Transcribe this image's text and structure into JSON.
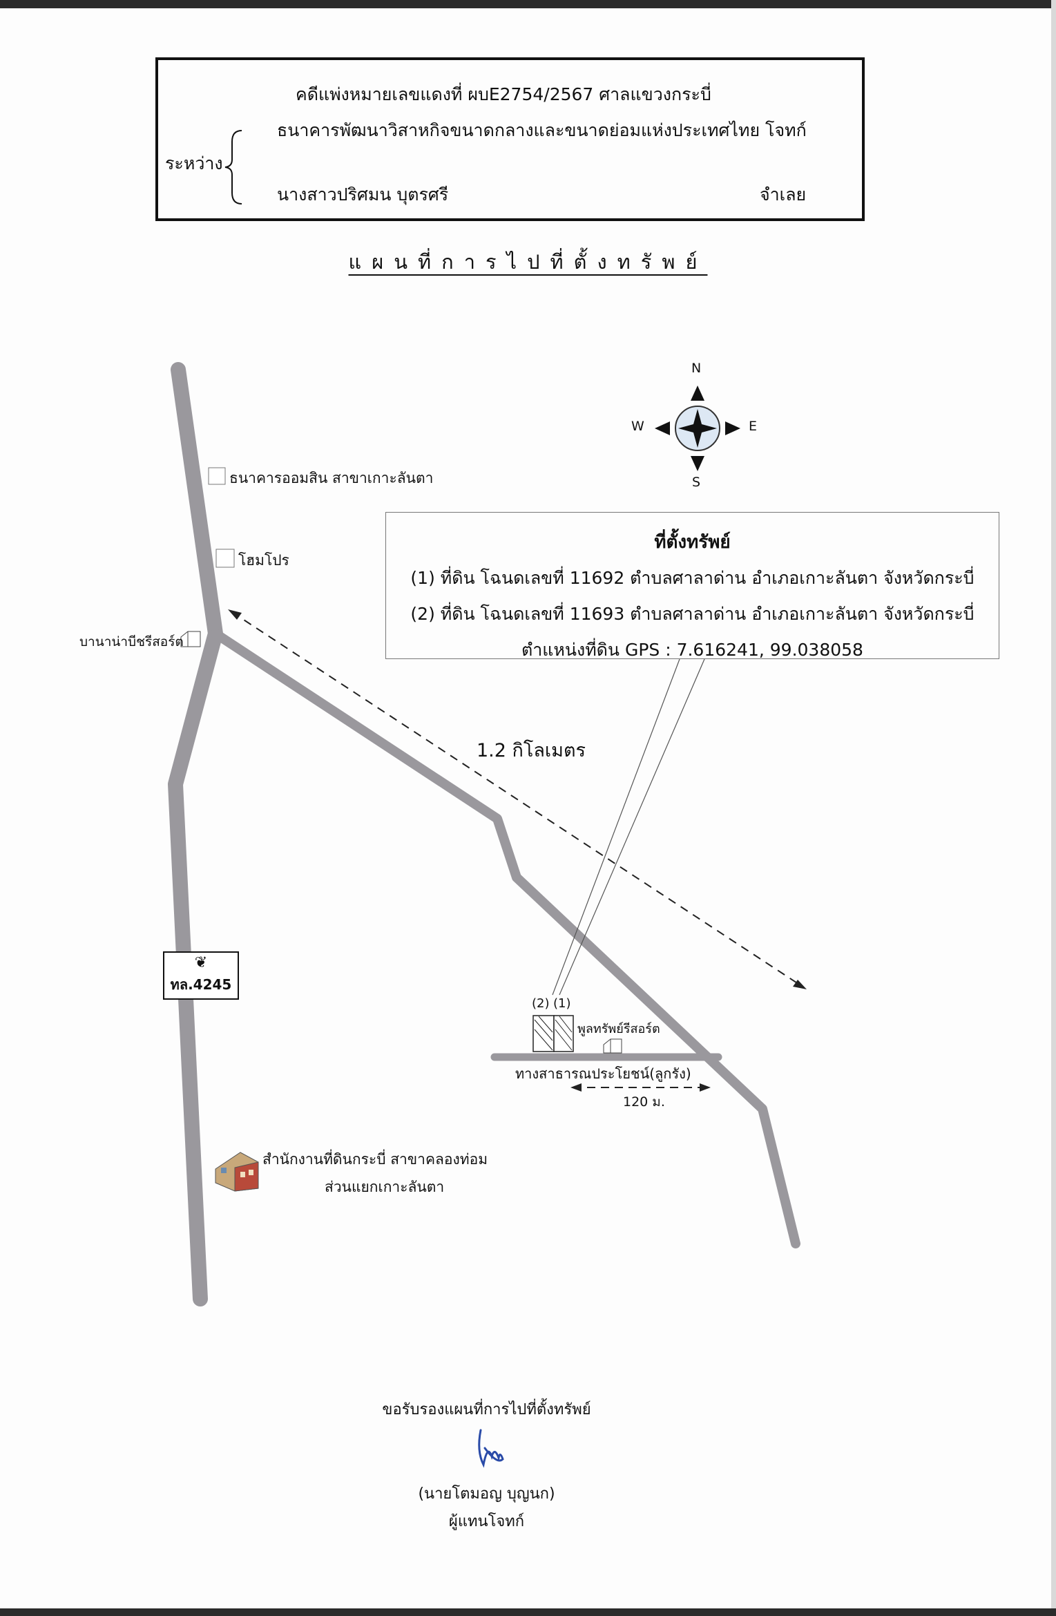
{
  "case_header": {
    "case_line": "คดีแพ่งหมายเลขแดงที่  ผบE2754/2567   ศาลแขวงกระบี่",
    "plaintiff": "ธนาคารพัฒนาวิสาหกิจขนาดกลางและขนาดย่อมแห่งประเทศไทย  โจทก์",
    "between": "ระหว่าง",
    "defendant_name": "นางสาวปริศมน  บุตรศรี",
    "defendant_role": "จำเลย"
  },
  "title": "แผนที่การไปที่ตั้งทรัพย์",
  "compass": {
    "north": "N",
    "south": "S",
    "east": "E",
    "west": "W"
  },
  "landmarks": {
    "bank": "ธนาคารออมสิน สาขาเกาะลันตา",
    "homepro": "โฮมโปร",
    "resort_north": "บานาน่าบีชรีสอร์ต",
    "resort_south": "พูลทรัพย์รีสอร์ต",
    "land_office_line1": "สำนักงานที่ดินกระบี่ สาขาคลองท่อม",
    "land_office_line2": "ส่วนแยกเกาะลันตา"
  },
  "property_info": {
    "heading": "ที่ตั้งทรัพย์",
    "item1": "(1) ที่ดิน โฉนดเลขที่ 11692  ตำบลศาลาด่าน อำเภอเกาะลันตา จังหวัดกระบี่",
    "item2": "(2) ที่ดิน โฉนดเลขที่ 11693  ตำบลศาลาด่าน อำเภอเกาะลันตา จังหวัดกระบี่",
    "gps": "ตำแหน่งที่ดิน GPS : 7.616241, 99.038058"
  },
  "distances": {
    "main": "1.2 กิโลเมตร",
    "lane": "120 ม."
  },
  "route_tag": {
    "road_number": "ทล.4245"
  },
  "plots": {
    "plot2": "(2)",
    "plot1": "(1)"
  },
  "lane_label": "ทางสาธารณประโยชน์(ลูกรัง)",
  "signature": {
    "certify": "ขอรับรองแผนที่การไปที่ตั้งทรัพย์",
    "name": "(นายโตมอญ    บุญนก)",
    "role": "ผู้แทนโจทก์"
  },
  "colors": {
    "road": "#9a989d",
    "border": "#111111",
    "signature_ink": "#2a4ba8"
  },
  "icons": [
    "compass-rose-icon",
    "building-icon",
    "garuda-emblem-icon",
    "office-building-icon",
    "signature-mark"
  ]
}
